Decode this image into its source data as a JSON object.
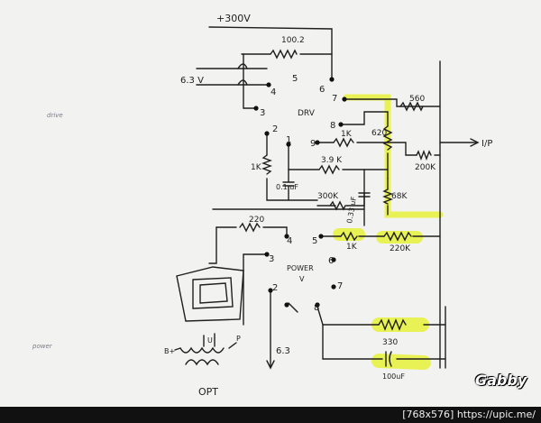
{
  "labels": {
    "b_plus": "+300V",
    "r_100": "100.2",
    "heater": "6.3 V",
    "pins_top": [
      "5",
      "4",
      "6",
      "3"
    ],
    "drv": "DRV",
    "drv_pins": [
      "7",
      "8",
      "2",
      "1",
      "9"
    ],
    "r_560": "560",
    "r_620": "620",
    "r_1k_a": "1K",
    "r_3_9k": "3.9 K",
    "r_1k_b": "1K",
    "r_200k": "200K",
    "r_68k": "68K",
    "c_01": "0.1 uF",
    "r_300k": "300K",
    "c_033": "0.33 uF",
    "r_220": "220",
    "r_1k_c": "1K",
    "r_220k": "220K",
    "input": "I/P",
    "power_pins": [
      "4",
      "5",
      "3",
      "6",
      "2",
      "7",
      "8"
    ],
    "power": "POWER",
    "power_v": "V",
    "r_330": "330",
    "c_100": "100uF",
    "heater_b": "6.3",
    "opt": "OPT",
    "opt_b": "B+",
    "opt_u": "U",
    "opt_p": "P",
    "drive_note": "drive",
    "power_note": "power"
  },
  "watermark": "Gabby",
  "footer": "[768x576] https://upic.me/",
  "colors": {
    "paper": "#f3f3f1",
    "ink": "#1e1e1e",
    "highlight": "#e8f23a"
  }
}
